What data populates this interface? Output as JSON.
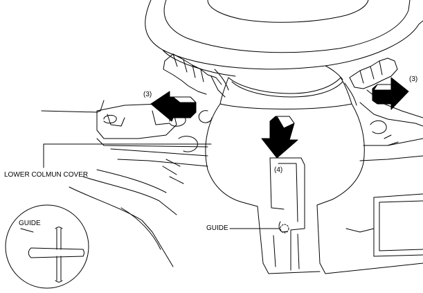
{
  "labels": {
    "callout_3_left": "(3)",
    "callout_3_right": "(3)",
    "callout_4": "(4)",
    "lower_column_cover": "LOWER COLMUN COVER",
    "guide_main": "GUIDE",
    "guide_detail": "GUIDE"
  },
  "colors": {
    "line": "#000000",
    "fill": "#ffffff",
    "arrow": "#000000"
  }
}
